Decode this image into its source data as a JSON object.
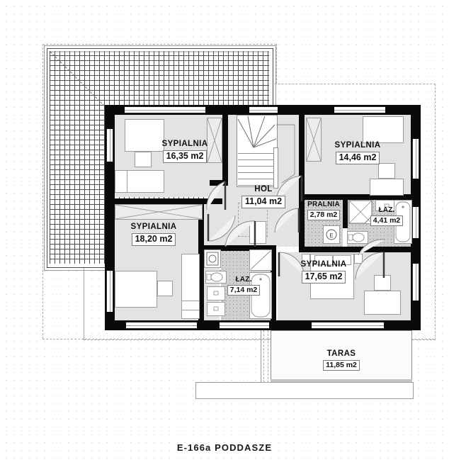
{
  "caption": "E-166a PODDASZE",
  "plan": {
    "type": "architectural-floor-plan",
    "level": "PODDASZE",
    "project_code": "E-166a",
    "units": "m2",
    "language": "pl"
  },
  "rooms": [
    {
      "id": "sypialnia-1",
      "name": "SYPIALNIA",
      "area": "16,35 m2",
      "kind": "bedroom"
    },
    {
      "id": "sypialnia-2",
      "name": "SYPIALNIA",
      "area": "14,46 m2",
      "kind": "bedroom"
    },
    {
      "id": "sypialnia-3",
      "name": "SYPIALNIA",
      "area": "18,20 m2",
      "kind": "bedroom"
    },
    {
      "id": "sypialnia-4",
      "name": "SYPIALNIA",
      "area": "17,65 m2",
      "kind": "bedroom"
    },
    {
      "id": "hol",
      "name": "HOL",
      "area": "11,04 m2",
      "kind": "hall"
    },
    {
      "id": "pralnia",
      "name": "PRALNIA",
      "area": "2,78 m2",
      "kind": "laundry"
    },
    {
      "id": "lazienka-1",
      "name": "ŁAZ.",
      "area": "4,41 m2",
      "kind": "bathroom"
    },
    {
      "id": "lazienka-2",
      "name": "ŁAZ.",
      "area": "7,14 m2",
      "kind": "bathroom"
    },
    {
      "id": "taras",
      "name": "TARAS",
      "area": "11,85 m2",
      "kind": "terrace"
    }
  ],
  "colors": {
    "wall": "#0a0a0a",
    "room_fill": "#e3e3e3",
    "wet_room_fill": "#d0d0d0",
    "furniture_stroke": "#9b9b9b",
    "guide_line": "#a8a8a8",
    "text": "#111111",
    "page_background": "#ffffff"
  },
  "features": {
    "roof_hatch": "hatched-roof-overhang",
    "staircase": "winder-staircase",
    "window_count_top": 3,
    "window_count_right": 3,
    "window_count_left": 2,
    "window_count_bottom": 3
  }
}
